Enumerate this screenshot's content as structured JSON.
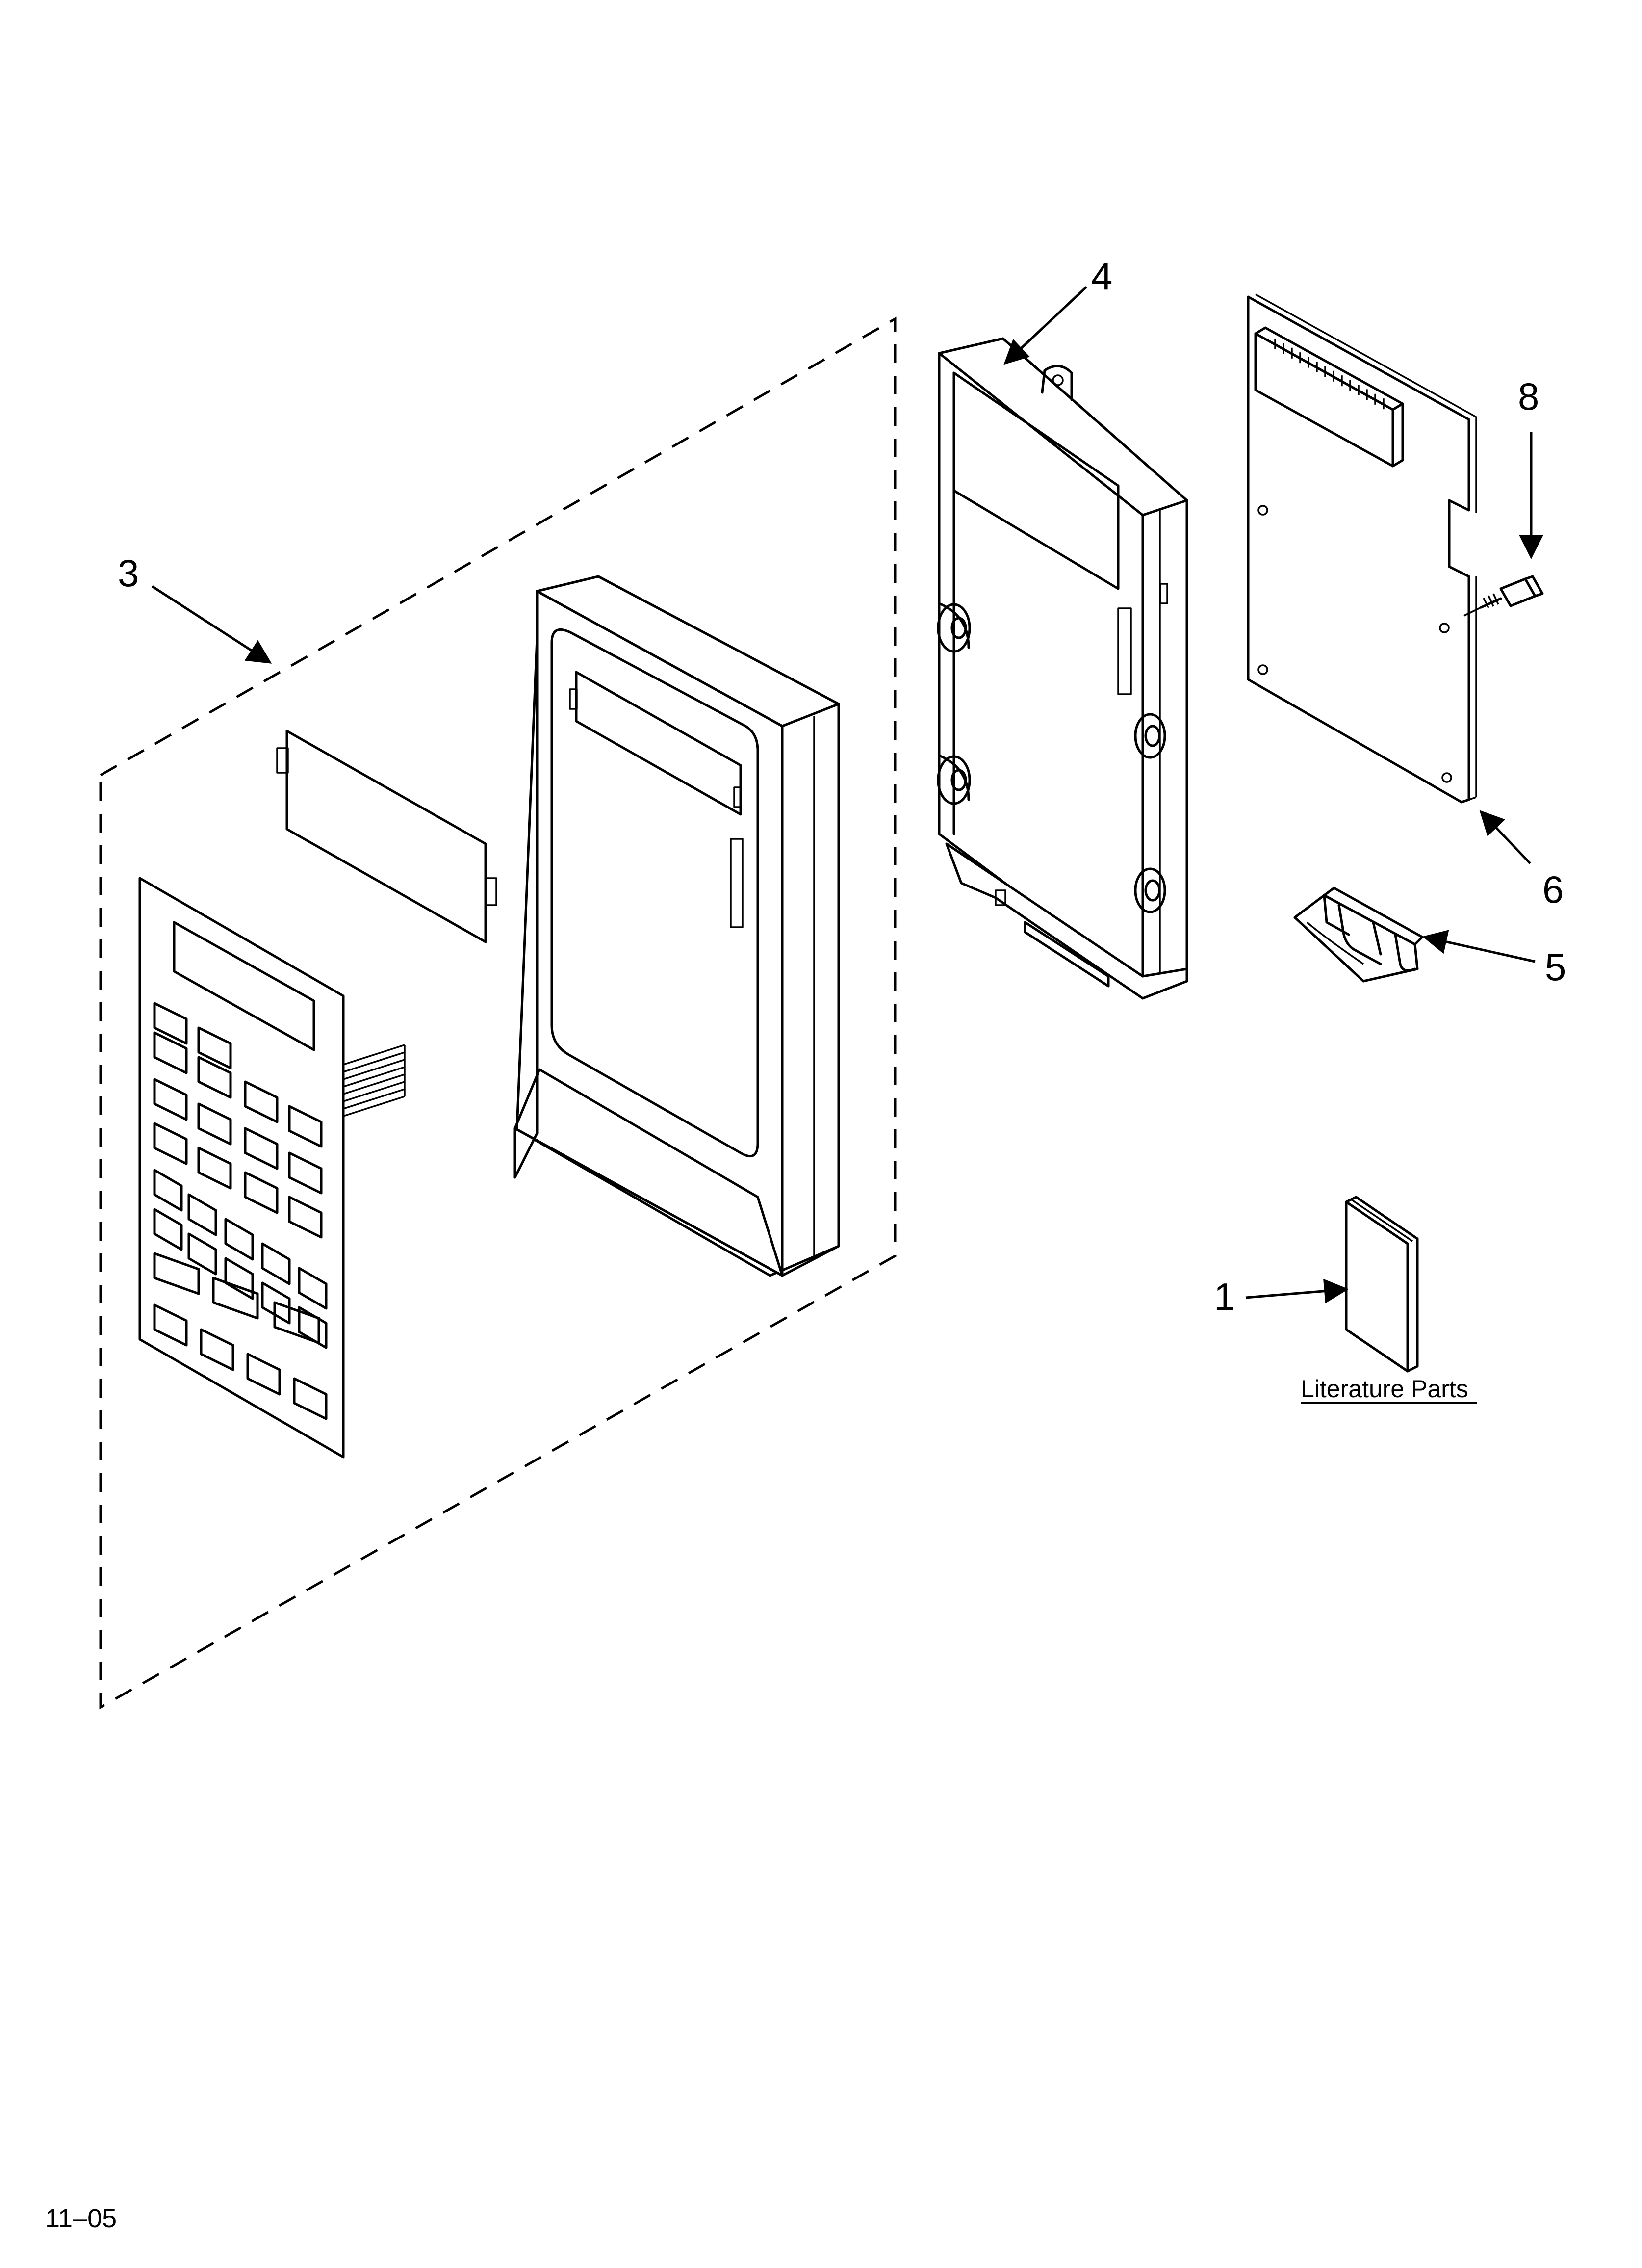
{
  "callouts": {
    "c1": "1",
    "c3": "3",
    "c4": "4",
    "c5": "5",
    "c6": "6",
    "c8": "8"
  },
  "literature_label": "Literature Parts",
  "footer_code": "11–05",
  "colors": {
    "ink": "#000000",
    "paper": "#ffffff"
  }
}
